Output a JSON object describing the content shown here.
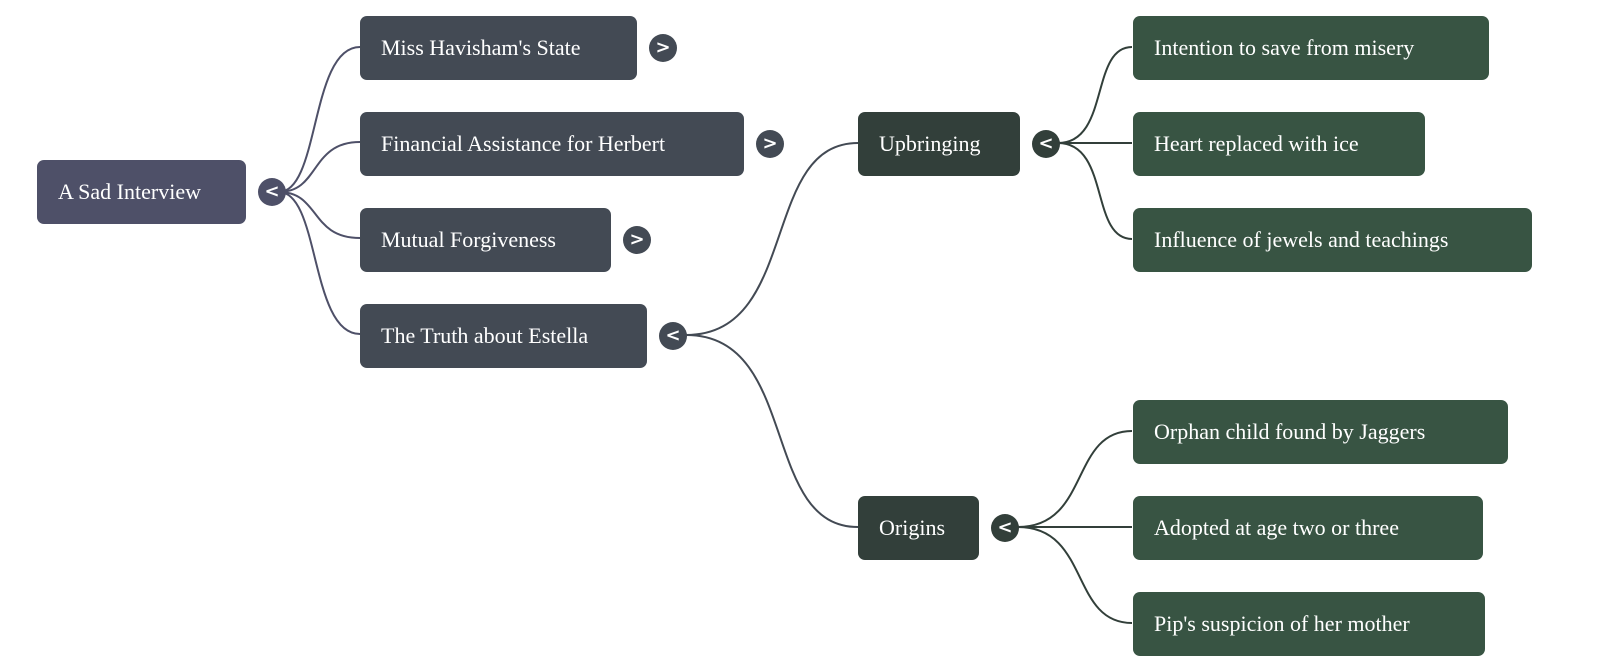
{
  "mindmap": {
    "root": {
      "label": "A Sad Interview",
      "toggle": "<",
      "color": "#4e5068"
    },
    "branches": [
      {
        "label": "Miss Havisham's State",
        "toggle": ">",
        "color": "#434a54"
      },
      {
        "label": "Financial Assistance for Herbert",
        "toggle": ">",
        "color": "#434a54"
      },
      {
        "label": "Mutual Forgiveness",
        "toggle": ">",
        "color": "#434a54"
      },
      {
        "label": "The Truth about Estella",
        "toggle": "<",
        "color": "#434a54",
        "children": [
          {
            "label": "Upbringing",
            "toggle": "<",
            "color": "#323f3a",
            "children": [
              {
                "label": "Intention to save from misery",
                "color": "#385443"
              },
              {
                "label": "Heart replaced with ice",
                "color": "#385443"
              },
              {
                "label": "Influence of jewels and teachings",
                "color": "#385443"
              }
            ]
          },
          {
            "label": "Origins",
            "toggle": "<",
            "color": "#323f3a",
            "children": [
              {
                "label": "Orphan child found by Jaggers",
                "color": "#385443"
              },
              {
                "label": "Adopted at age two or three",
                "color": "#385443"
              },
              {
                "label": "Pip's suspicion of her mother",
                "color": "#385443"
              }
            ]
          }
        ]
      }
    ]
  }
}
